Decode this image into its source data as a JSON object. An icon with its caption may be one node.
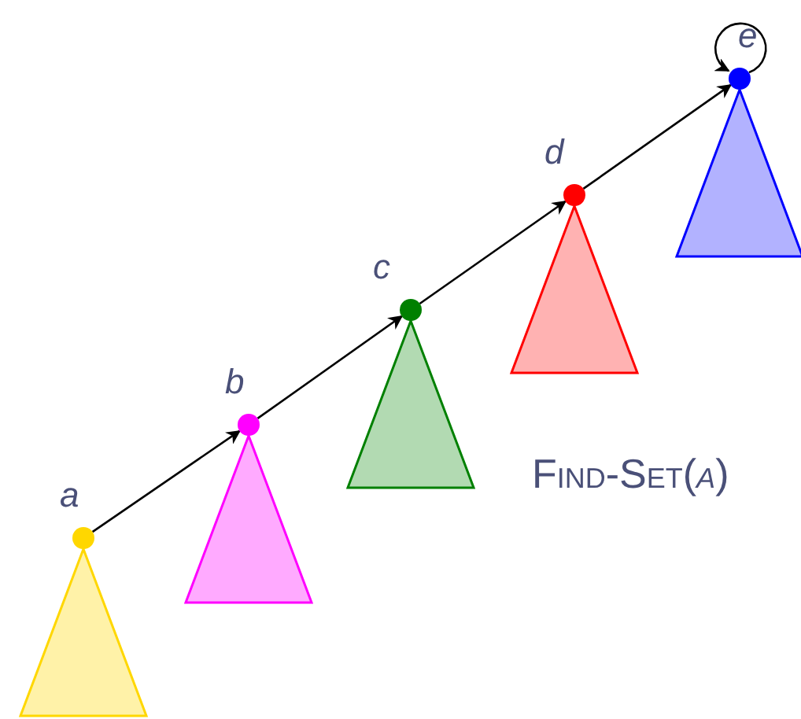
{
  "diagram": {
    "nodes": [
      {
        "text": [
          "a"
        ]
      },
      {
        "text": [
          "b"
        ]
      },
      {
        "text": [
          "c"
        ]
      },
      {
        "text": [
          "d"
        ]
      },
      {
        "text": [
          "e"
        ]
      },
      {
        "text": [],
        "shape": "triangle"
      },
      {
        "text": [],
        "shape": "triangle"
      },
      {
        "text": [],
        "shape": "triangle"
      },
      {
        "text": [],
        "shape": "triangle"
      },
      {
        "text": [],
        "shape": "triangle"
      }
    ],
    "edges": [
      {
        "from": 0,
        "to": 1,
        "arrow": "to"
      },
      {
        "from": 1,
        "to": 2,
        "arrow": "to"
      },
      {
        "from": 2,
        "to": 3,
        "arrow": "to"
      },
      {
        "from": 3,
        "to": 4,
        "arrow": "to"
      },
      {
        "from": 4,
        "to": 4,
        "arrow": "to"
      }
    ],
    "labels": [
      "Find-Set(*a*)"
    ]
  }
}
